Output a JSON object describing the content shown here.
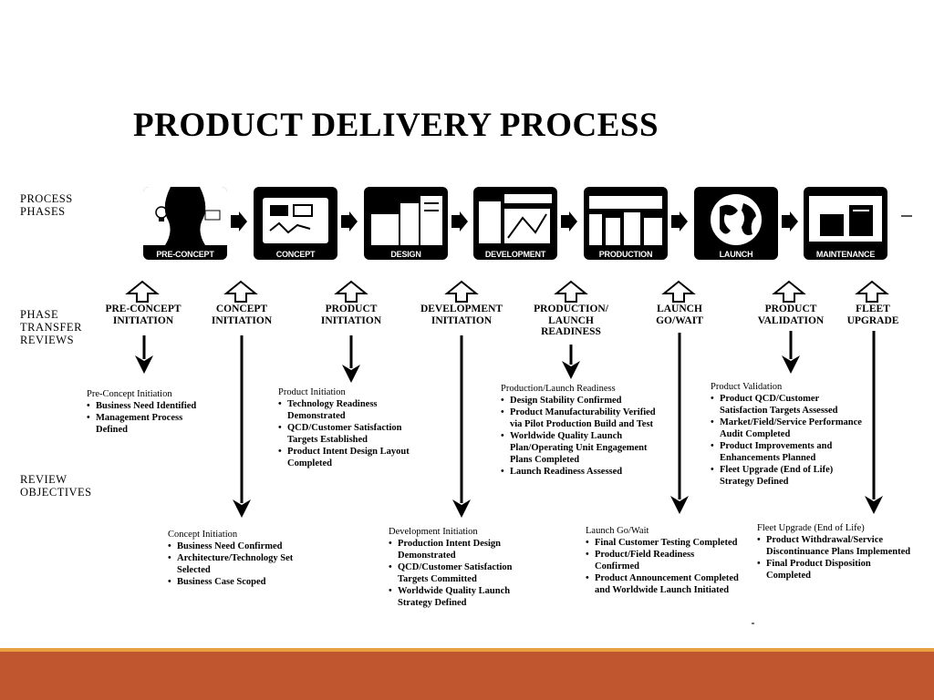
{
  "title": "PRODUCT DELIVERY PROCESS",
  "labels": {
    "phases": "PROCESS\nPHASES",
    "reviews": "PHASE\nTRANSFER\nREVIEWS",
    "objectives": "REVIEW\nOBJECTIVES"
  },
  "phases": [
    {
      "caption": "PRE-CONCEPT",
      "icon": "lightbulb-head-icon"
    },
    {
      "caption": "CONCEPT",
      "icon": "computer-screen-icon"
    },
    {
      "caption": "DESIGN",
      "icon": "machine-icon"
    },
    {
      "caption": "DEVELOPMENT",
      "icon": "motorola-lab-icon"
    },
    {
      "caption": "PRODUCTION",
      "icon": "factory-icon"
    },
    {
      "caption": "LAUNCH",
      "icon": "globe-icon"
    },
    {
      "caption": "MAINTENANCE",
      "icon": "machine-on-platform-icon"
    }
  ],
  "reviews": [
    {
      "title": "PRE-CONCEPT\nINITIATION"
    },
    {
      "title": "CONCEPT\nINITIATION"
    },
    {
      "title": "PRODUCT\nINITIATION"
    },
    {
      "title": "DEVELOPMENT\nINITIATION"
    },
    {
      "title": "PRODUCTION/\nLAUNCH\nREADINESS"
    },
    {
      "title": "LAUNCH\nGO/WAIT"
    },
    {
      "title": "PRODUCT\nVALIDATION"
    },
    {
      "title": "FLEET\nUPGRADE"
    }
  ],
  "objectives": [
    {
      "title": "Pre-Concept Initiation",
      "items": [
        "Business Need Identified",
        "Management Process Defined"
      ]
    },
    {
      "title": "Concept Initiation",
      "items": [
        "Business Need Confirmed",
        "Architecture/Technology Set Selected",
        "Business Case Scoped"
      ]
    },
    {
      "title": "Product Initiation",
      "items": [
        "Technology Readiness Demonstrated",
        "QCD/Customer Satisfaction Targets Established",
        "Product Intent Design Layout Completed"
      ]
    },
    {
      "title": "Development Initiation",
      "items": [
        "Production Intent Design Demonstrated",
        "QCD/Customer Satisfaction Targets Committed",
        "Worldwide Quality Launch Strategy Defined"
      ]
    },
    {
      "title": "Production/Launch Readiness",
      "items": [
        "Design Stability Confirmed",
        "Product Manufacturability Verified via Pilot Production Build and Test",
        "Worldwide Quality Launch Plan/Operating Unit Engagement Plans Completed",
        "Launch Readiness Assessed"
      ]
    },
    {
      "title": "Launch Go/Wait",
      "items": [
        "Final Customer Testing Completed",
        "Product/Field Readiness Confirmed",
        "Product Announcement Completed and Worldwide Launch Initiated"
      ]
    },
    {
      "title": "Product Validation",
      "items": [
        "Product QCD/Customer Satisfaction Targets Assessed",
        "Market/Field/Service Performance Audit Completed",
        "Product Improvements and Enhancements Planned",
        "Fleet Upgrade (End of Life) Strategy Defined"
      ]
    },
    {
      "title": "Fleet Upgrade (End of Life)",
      "items": [
        "Product Withdrawal/Service Discontinuance Plans Implemented",
        "Final Product Disposition Completed"
      ]
    }
  ],
  "colors": {
    "footer": "#bf5630",
    "footer_line": "#e7a13f"
  }
}
